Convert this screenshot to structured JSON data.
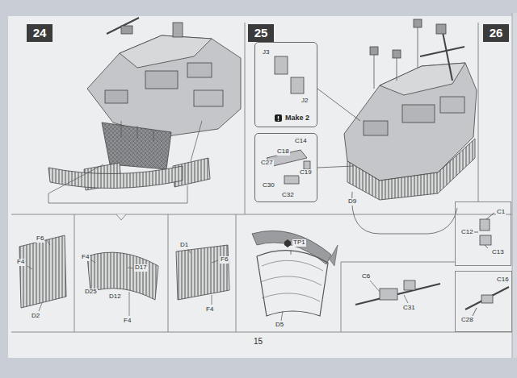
{
  "diagram": {
    "nodes": [
      {
        "text": [
          "24"
        ]
      },
      {
        "text": [
          "25"
        ]
      },
      {
        "text": [
          "J3",
          "J2",
          "Make 2"
        ]
      },
      {
        "text": [
          "C14",
          "C18",
          "C27",
          "C19",
          "C30",
          "C32"
        ]
      },
      {
        "text": [
          "26"
        ]
      },
      {
        "text": [
          "C1",
          "C12",
          "C13"
        ]
      },
      {
        "text": [
          "C16",
          "C28"
        ]
      }
    ],
    "labels": [
      "F6",
      "F4",
      "D2",
      "F4",
      "D25",
      "D12",
      "D17",
      "F4",
      "D1",
      "F6",
      "F4",
      "TP1",
      "D5",
      "D9",
      "C6",
      "C31",
      "15"
    ]
  }
}
